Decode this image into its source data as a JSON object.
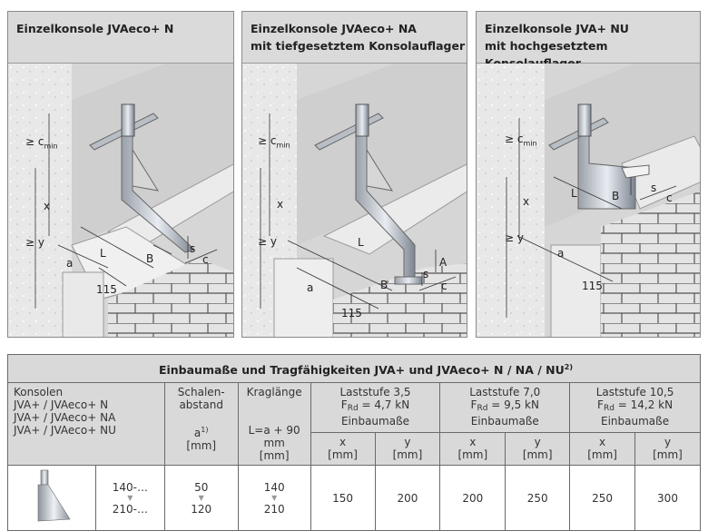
{
  "panels": [
    {
      "title_line1": "Einzelkonsole JVAeco+ N",
      "title_line2": "",
      "labels": {
        "cmin": "≥ c",
        "cmin_sub": "min",
        "x": "x",
        "y": "≥ y",
        "a": "a",
        "L": "L",
        "B": "B",
        "s": "s",
        "c": "c",
        "d115": "115"
      }
    },
    {
      "title_line1": "Einzelkonsole JVAeco+ NA",
      "title_line2": "mit tiefgesetztem Konsolauflager",
      "labels": {
        "cmin": "≥ c",
        "cmin_sub": "min",
        "x": "x",
        "y": "≥ y",
        "a": "a",
        "L": "L",
        "A": "A",
        "B": "B",
        "s": "s",
        "c": "c",
        "d115": "115"
      }
    },
    {
      "title_line1": "Einzelkonsole JVA+ NU",
      "title_line2": "mit hochgesetztem Konsolauflager",
      "labels": {
        "cmin": "≥ c",
        "cmin_sub": "min",
        "x": "x",
        "y": "≥ y",
        "a": "a",
        "L": "L",
        "B": "B",
        "s": "s",
        "c": "c",
        "d115": "115"
      }
    }
  ],
  "table": {
    "title": "Einbaumaße und Tragfähigkeiten JVA+ und JVAeco+ N / NA / NU",
    "title_sup": "2)",
    "konsolen": [
      "Konsolen",
      "JVA+ / JVAeco+ N",
      "JVA+ / JVAeco+ NA",
      "JVA+ / JVAeco+ NU"
    ],
    "schalen": {
      "l1": "Schalen-",
      "l2": "abstand",
      "sym": "a",
      "sup": "1)",
      "unit": "[mm]"
    },
    "krag": {
      "l1": "Kraglänge",
      "formula": "L=a + 90 mm",
      "unit": "[mm]"
    },
    "laststufen": [
      {
        "name": "Laststufe 3,5",
        "frd": "= 4,7 kN",
        "sub": "Einbaumaße"
      },
      {
        "name": "Laststufe 7,0",
        "frd": "= 9,5 kN",
        "sub": "Einbaumaße"
      },
      {
        "name": "Laststufe 10,5",
        "frd": "= 14,2 kN",
        "sub": "Einbaumaße"
      }
    ],
    "f_label": "F",
    "f_sub": "Rd",
    "xy": {
      "x": "x",
      "y": "y",
      "unit": "[mm]"
    },
    "row": {
      "type_from": "140-…",
      "type_to": "210-…",
      "a_from": "50",
      "a_to": "120",
      "L_from": "140",
      "L_to": "210",
      "values": [
        "150",
        "200",
        "200",
        "250",
        "250",
        "300"
      ]
    }
  }
}
